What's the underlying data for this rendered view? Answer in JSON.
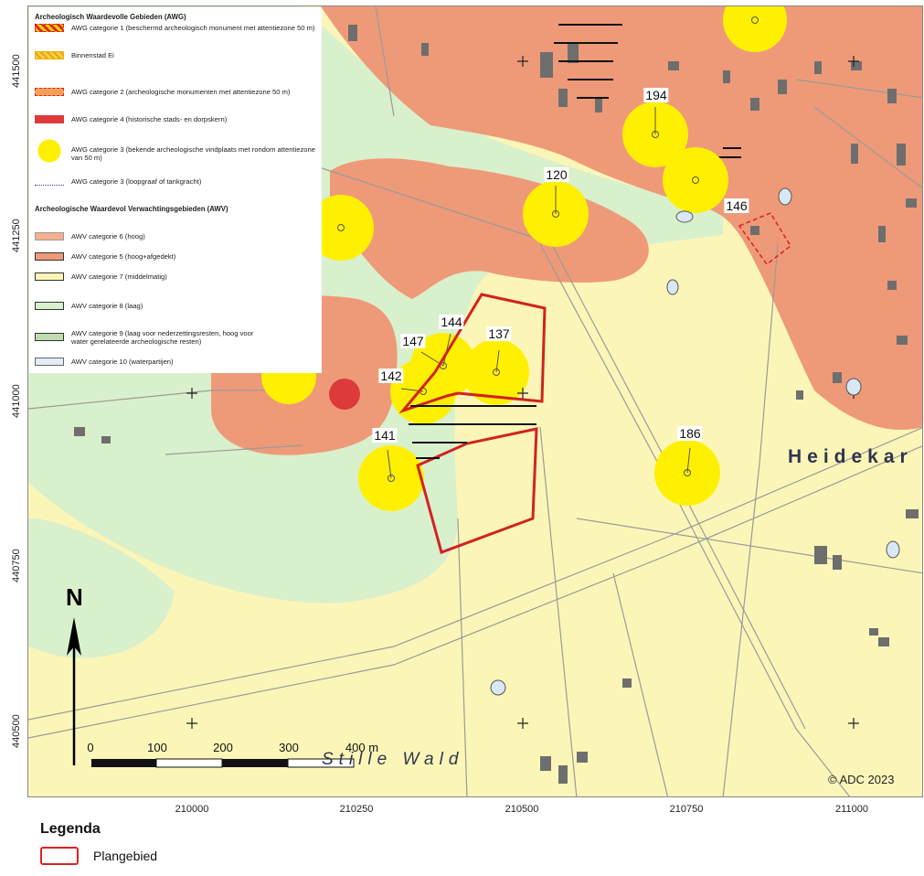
{
  "map": {
    "legend_title": "Legenda",
    "legend_item": "Plangebied",
    "copyright": "© ADC 2023",
    "north": "N",
    "places": {
      "heidekamp": "Heidekar",
      "stille_wald": "Stille Wald"
    },
    "y_ticks": [
      "441500",
      "441250",
      "441000",
      "440750",
      "440500"
    ],
    "x_ticks": [
      "210000",
      "210250",
      "210500",
      "210750",
      "211000"
    ],
    "scale_labels": [
      "0",
      "100",
      "200",
      "300",
      "400 m"
    ],
    "site_labels": [
      "194",
      "120",
      "146",
      "144",
      "147",
      "137",
      "142",
      "141",
      "186"
    ],
    "colors": {
      "awv_high": "#ee9a78",
      "awv_mid": "#fbf6b8",
      "awv_low": "#d9f0cc",
      "awg_circle": "#fff000",
      "plan": "#d22222",
      "awg4": "#dd3b3b"
    }
  },
  "map_legend": {
    "awg_heading": "Archeologisch Waardevolle Gebieden (AWG)",
    "awg_items": [
      "AWG categorie 1 (beschermd archeologisch monument met attentiezone 50 m)",
      "Binnenstad Ei",
      "AWG categorie 2 (archeologische monumenten met attentiezone 50 m)",
      "AWG categorie 4 (historische stads- en dorpskern)",
      "AWG categorie 3 (bekende archeologische vindplaats met rondom attentiezone van 50 m)",
      "AWG categorie 3 (loopgraaf of tankgracht)"
    ],
    "awv_heading": "Archeologische Waardevol Verwachtingsgebieden (AWV)",
    "awv_items": [
      "AWV categorie 6 (hoog)",
      "AWV categorie 5 (hoog+afgedekt)",
      "AWV categorie 7 (middelmatig)",
      "AWV categorie 8 (laag)",
      "AWV categorie 9 (laag voor nederzettingsresten, hoog voor water gerelateerde archeologische resten)",
      "AWV categorie 10 (waterpartijen)"
    ]
  }
}
